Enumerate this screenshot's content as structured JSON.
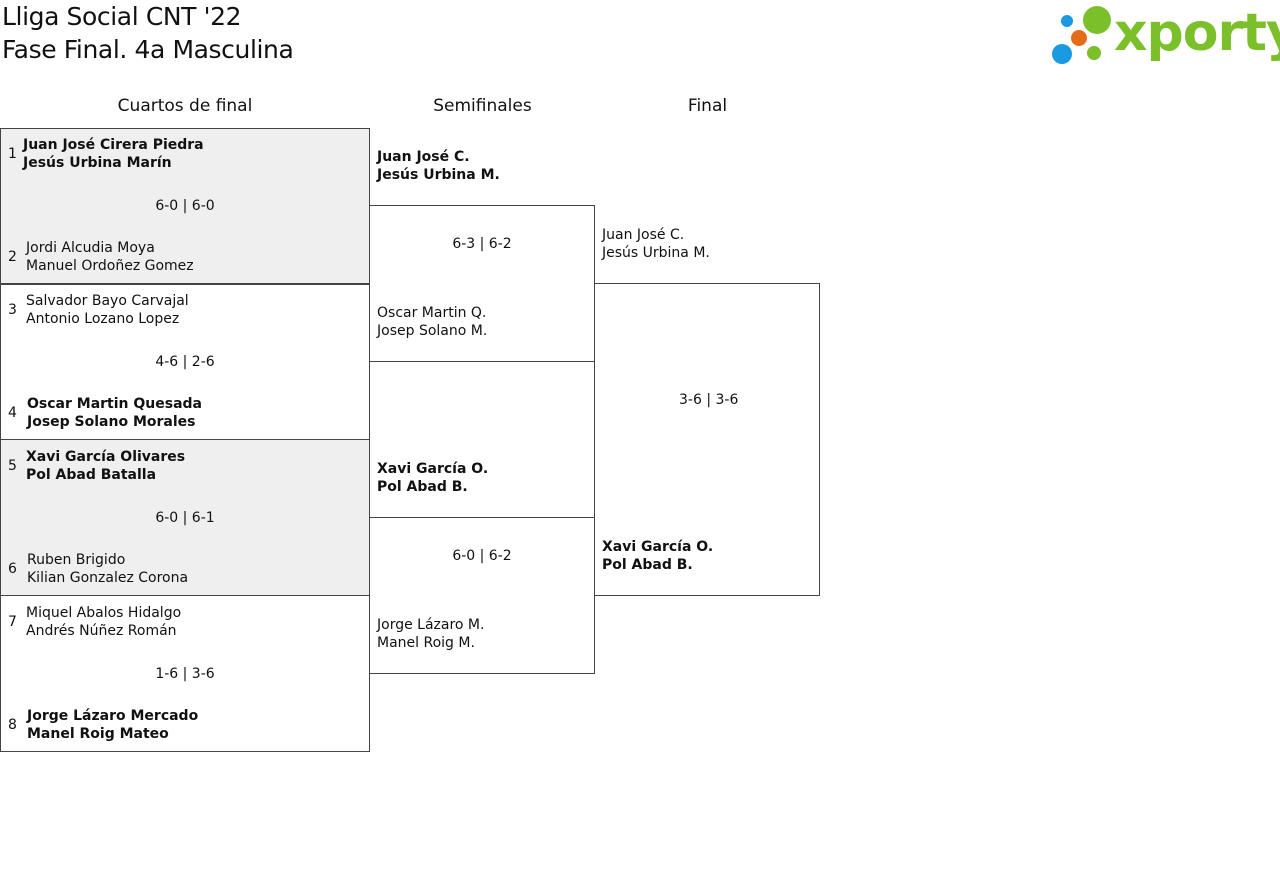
{
  "header": {
    "title_line1": "Lliga Social CNT '22",
    "title_line2": "Fase Final. 4a Masculina",
    "logo_text": "xporty",
    "logo_colors": {
      "green": "#7bbf2a",
      "blue": "#1a9ae0",
      "orange": "#e56d1a"
    }
  },
  "rounds": {
    "quarters": "Cuartos de final",
    "semis": "Semifinales",
    "final": "Final"
  },
  "quarters": [
    {
      "seed_a": "1",
      "a1": "Juan José Cirera Piedra",
      "a2": "Jesús Urbina Marín",
      "score": "6-0 | 6-0",
      "seed_b": "2",
      "b1": "Jordi Alcudia Moya",
      "b2": "Manuel Ordoñez Gomez"
    },
    {
      "seed_a": "3",
      "a1": "Salvador Bayo Carvajal",
      "a2": "Antonio Lozano Lopez",
      "score": "4-6 | 2-6",
      "seed_b": "4",
      "b1": "Oscar Martin Quesada",
      "b2": "Josep Solano Morales"
    },
    {
      "seed_a": "5",
      "a1": "Xavi García Olivares",
      "a2": "Pol Abad Batalla",
      "score": "6-0 | 6-1",
      "seed_b": "6",
      "b1": "Ruben Brigido",
      "b2": "Kilian Gonzalez Corona"
    },
    {
      "seed_a": "7",
      "a1": "Miquel Abalos Hidalgo",
      "a2": "Andrés Núñez Román",
      "score": "1-6 | 3-6",
      "seed_b": "8",
      "b1": "Jorge Lázaro Mercado",
      "b2": "Manel Roig Mateo"
    }
  ],
  "semis": [
    {
      "a1": "Juan José C.",
      "a2": "Jesús Urbina M.",
      "score": "6-3 | 6-2",
      "b1": "Oscar Martin Q.",
      "b2": "Josep Solano M."
    },
    {
      "a1": "Xavi García O.",
      "a2": "Pol Abad B.",
      "score": "6-0 | 6-2",
      "b1": "Jorge Lázaro M.",
      "b2": "Manel Roig M."
    }
  ],
  "final": {
    "a1": "Juan José C.",
    "a2": "Jesús Urbina M.",
    "score": "3-6 | 3-6",
    "b1": "Xavi García O.",
    "b2": "Pol Abad B."
  }
}
